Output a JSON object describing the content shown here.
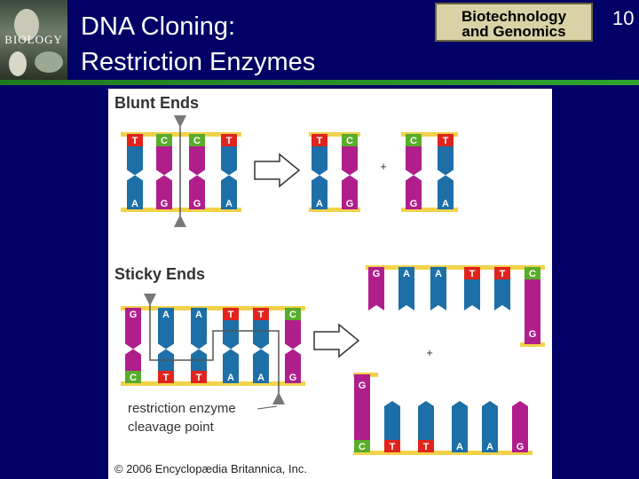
{
  "header": {
    "logo_word": "BIOLOGY",
    "title_line1": "DNA Cloning:",
    "title_line2": "Restriction Enzymes",
    "badge_line1": "Biotechnology",
    "badge_line2": "and Genomics",
    "page_number": "10"
  },
  "colors": {
    "background": "#000066",
    "rule": "#2fa32f",
    "badge": "#d9d2a6",
    "backbone": "#f2d24b",
    "base_blue": "#1d6fa8",
    "base_magenta": "#b01e8c",
    "base_red": "#e0241d",
    "base_green": "#58ad2a"
  },
  "figure": {
    "blunt_title": "Blunt Ends",
    "sticky_title": "Sticky Ends",
    "plus": "+",
    "annotation_line1": "restriction enzyme",
    "annotation_line2": "cleavage point",
    "copyright": "© 2006 Encyclopædia Britannica, Inc.",
    "blunt_top": [
      "T",
      "C",
      "C",
      "T"
    ],
    "blunt_bottom": [
      "A",
      "G",
      "G",
      "A"
    ],
    "sticky_top": [
      "G",
      "A",
      "A",
      "T",
      "T",
      "C"
    ],
    "sticky_bottom": [
      "C",
      "T",
      "T",
      "A",
      "A",
      "G"
    ]
  }
}
